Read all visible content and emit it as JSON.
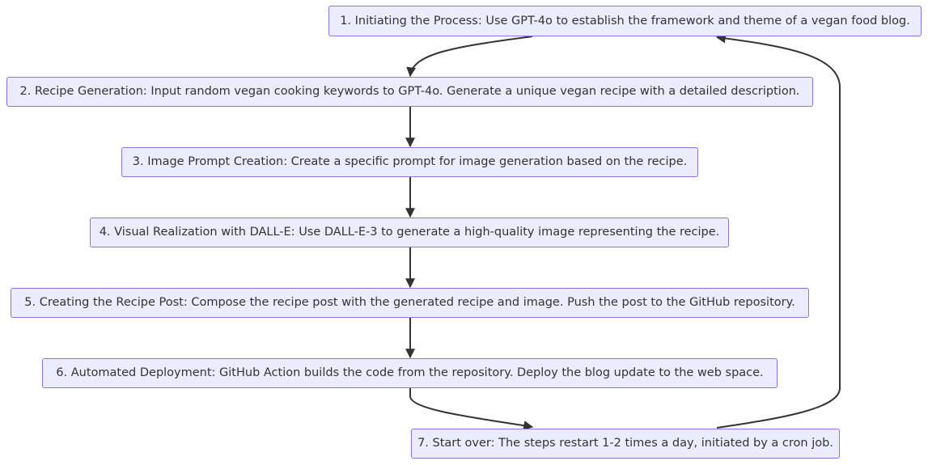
{
  "colors": {
    "node_fill": "#ececff",
    "node_border": "#9370db",
    "text": "#333333",
    "edge": "#333333"
  },
  "nodes": [
    {
      "id": "n1",
      "label": "1. Initiating the Process: Use GPT-4o to establish the framework and theme of a vegan food blog."
    },
    {
      "id": "n2",
      "label": "2. Recipe Generation: Input random vegan cooking keywords to GPT-4o. Generate a unique vegan recipe with a detailed description."
    },
    {
      "id": "n3",
      "label": "3. Image Prompt Creation: Create a specific prompt for image generation based on the recipe."
    },
    {
      "id": "n4",
      "label": "4. Visual Realization with DALL-E: Use DALL-E-3 to generate a high-quality image representing the recipe."
    },
    {
      "id": "n5",
      "label": "5. Creating the Recipe Post: Compose the recipe post with the generated recipe and image. Push the post to the GitHub repository."
    },
    {
      "id": "n6",
      "label": "6. Automated Deployment: GitHub Action builds the code from the repository. Deploy the blog update to the web space."
    },
    {
      "id": "n7",
      "label": "7. Start over: The steps restart 1-2 times a day, initiated by a cron job."
    }
  ],
  "edges": [
    {
      "from": "n1",
      "to": "n2"
    },
    {
      "from": "n2",
      "to": "n3"
    },
    {
      "from": "n3",
      "to": "n4"
    },
    {
      "from": "n4",
      "to": "n5"
    },
    {
      "from": "n5",
      "to": "n6"
    },
    {
      "from": "n6",
      "to": "n7"
    },
    {
      "from": "n7",
      "to": "n1"
    }
  ]
}
